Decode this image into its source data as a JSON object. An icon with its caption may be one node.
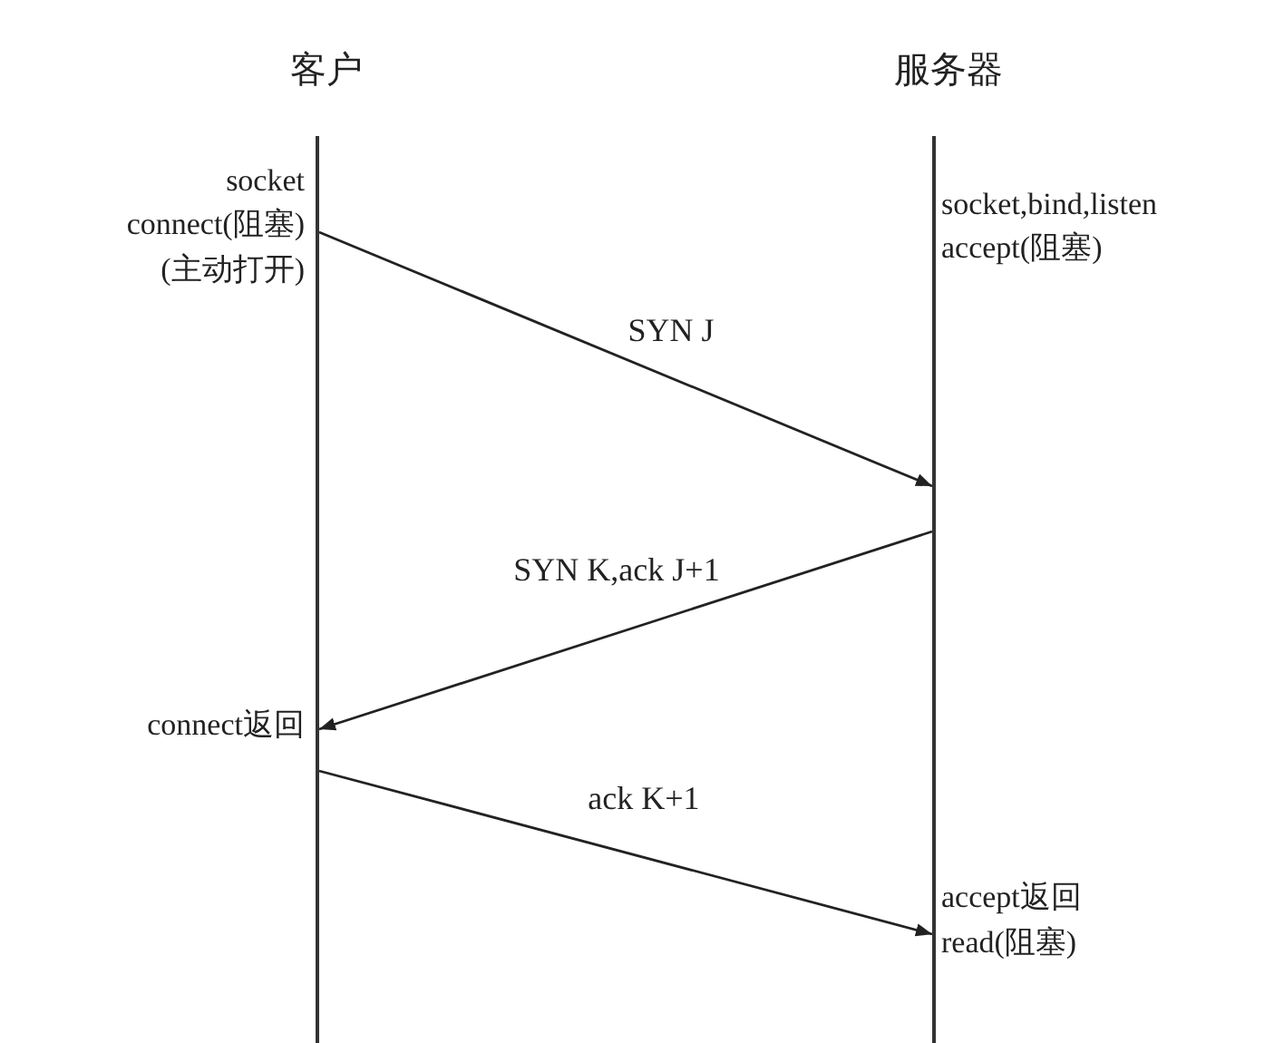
{
  "diagram": {
    "nodes": [
      {
        "text": [],
        "shape": "bar",
        "beside": [
          "socket",
          "connect(阻塞)",
          "(主动打开)",
          "connect返回"
        ]
      },
      {
        "text": [],
        "shape": "bar",
        "beside": [
          "socket,bind,listen",
          "accept(阻塞)",
          "accept返回",
          "read(阻塞)"
        ]
      }
    ],
    "edges": [
      {
        "from": 0,
        "to": 1,
        "arrow": "to",
        "label": "SYN J"
      },
      {
        "from": 1,
        "to": 0,
        "arrow": "to",
        "label": "SYN K,ack J+1"
      },
      {
        "from": 0,
        "to": 1,
        "arrow": "to",
        "label": "ack K+1"
      }
    ],
    "labels": [
      "客户",
      "服务器"
    ]
  }
}
